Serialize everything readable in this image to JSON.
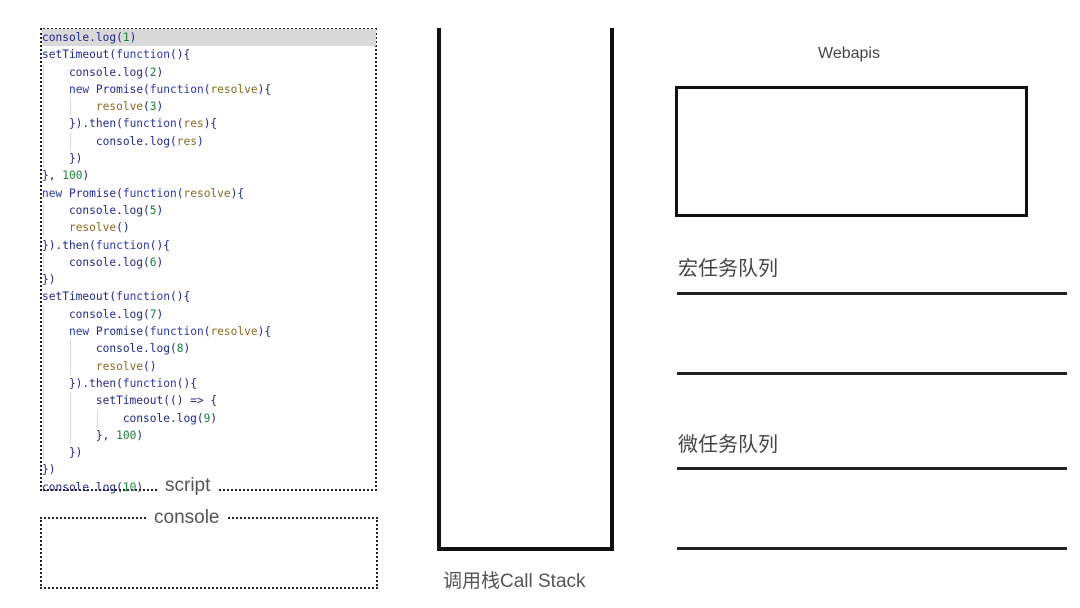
{
  "script_box": {
    "label": "script",
    "code_lines": [
      "console.log(1)",
      "setTimeout(function(){",
      "    console.log(2)",
      "    new Promise(function(resolve){",
      "        resolve(3)",
      "    }).then(function(res){",
      "        console.log(res)",
      "    })",
      "}, 100)",
      "new Promise(function(resolve){",
      "    console.log(5)",
      "    resolve()",
      "}).then(function(){",
      "    console.log(6)",
      "})",
      "setTimeout(function(){",
      "    console.log(7)",
      "    new Promise(function(resolve){",
      "        console.log(8)",
      "        resolve()",
      "    }).then(function(){",
      "        setTimeout(() => {",
      "            console.log(9)",
      "        }, 100)",
      "    })",
      "})",
      "console.log(10)"
    ],
    "highlighted_line": 0
  },
  "console_box": {
    "label": "console"
  },
  "call_stack": {
    "label": "调用栈Call Stack"
  },
  "webapis": {
    "title": "Webapis"
  },
  "macro_queue": {
    "label": "宏任务队列"
  },
  "micro_queue": {
    "label": "微任务队列"
  }
}
